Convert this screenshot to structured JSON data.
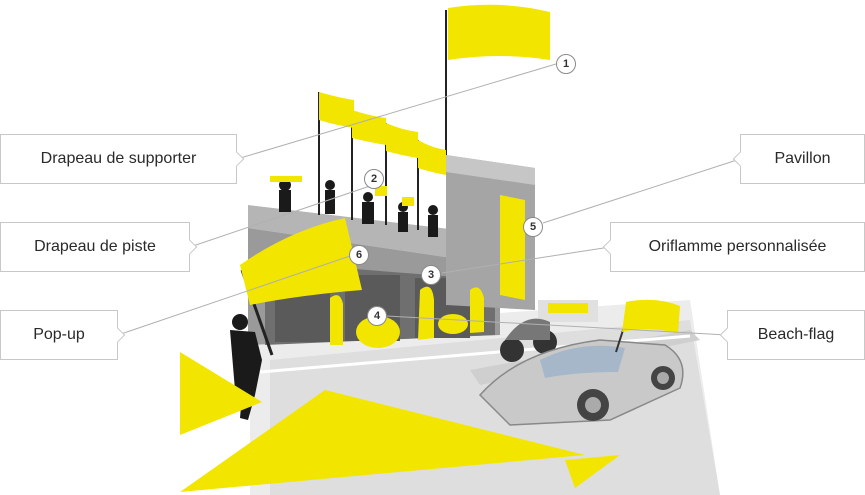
{
  "colors": {
    "accent": "#f2e500",
    "building": "#8f8f8f",
    "ground": "#e4e4e4",
    "line": "#b0b0b0"
  },
  "labels": {
    "drapeau_supporter": "Drapeau de supporter",
    "drapeau_piste": "Drapeau de piste",
    "pop_up": "Pop-up",
    "pavillon": "Pavillon",
    "oriflamme": "Oriflamme personnalisée",
    "beach_flag": "Beach-flag"
  },
  "markers": [
    "1",
    "2",
    "3",
    "4",
    "5",
    "6"
  ]
}
